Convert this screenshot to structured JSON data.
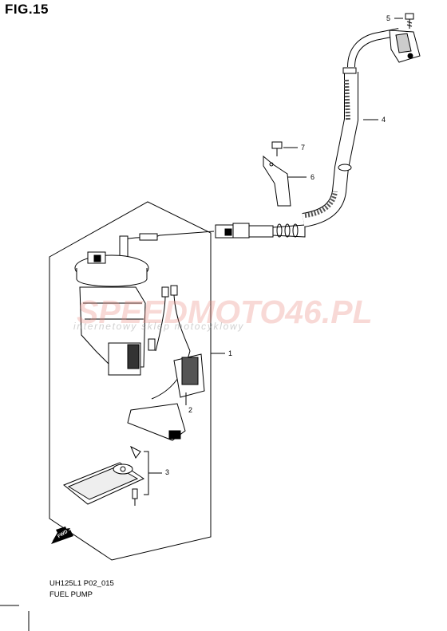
{
  "figure": {
    "title": "FIG.15"
  },
  "callouts": [
    {
      "number": "5"
    },
    {
      "number": "4"
    },
    {
      "number": "7"
    },
    {
      "number": "6"
    },
    {
      "number": "1"
    },
    {
      "number": "2"
    },
    {
      "number": "3"
    }
  ],
  "footer": {
    "code": "UH125L1 P02_015",
    "name": "FUEL PUMP"
  },
  "watermark": {
    "brand": "SPEEDMOTO46.PL",
    "tagline": "internetowy sklep motocyklowy",
    "color": "#e8897f"
  },
  "direction_marker": {
    "text": "FWD",
    "icon": "forward-arrow-icon"
  }
}
